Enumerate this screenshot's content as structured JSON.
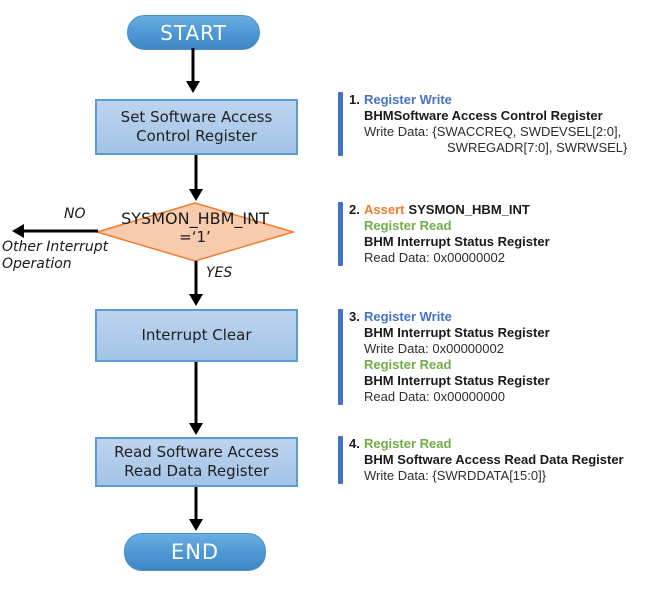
{
  "flowchart": {
    "start": "START",
    "end": "END",
    "box1_line1": "Set Software Access",
    "box1_line2": "Control Register",
    "decision_line1": "SYSMON_HBM_INT",
    "decision_line2": "=‘1’",
    "label_no": "NO",
    "label_yes": "YES",
    "no_branch_line1": "Other Interrupt",
    "no_branch_line2": "Operation",
    "box2_line1": "Interrupt Clear",
    "box3_line1": "Read Software Access",
    "box3_line2": "Read Data Register"
  },
  "annotations": [
    {
      "number": "1.",
      "heading": "Register Write",
      "register": "BHMSoftware Access Control Register",
      "data_line1": "Write Data: {SWACCREQ, SWDEVSEL[2:0],",
      "data_line2": "SWREGADR[7:0], SWRWSEL}"
    },
    {
      "number": "2.",
      "assert_label": "Assert",
      "assert_signal": "SYSMON_HBM_INT",
      "heading": "Register Read",
      "register": "BHM Interrupt Status Register",
      "data_line1": "Read Data: 0x00000002"
    },
    {
      "number": "3.",
      "heading1": "Register Write",
      "register1": "BHM Interrupt Status Register",
      "data1": "Write Data: 0x00000002",
      "heading2": "Register Read",
      "register2": "BHM Interrupt Status Register",
      "data2": "Read Data: 0x00000000"
    },
    {
      "number": "4.",
      "heading": "Register Read",
      "register": "BHM Software Access Read Data Register",
      "data_line1": "Write Data: {SWRDDATA[15:0]}"
    }
  ],
  "colors": {
    "terminator_top": "#6AAEE1",
    "terminator_bottom": "#3E86C6",
    "process_fill_top": "#BED4EF",
    "process_fill_bottom": "#A3C4E6",
    "process_border": "#5B9BD5",
    "decision_fill": "#F8CBAD",
    "decision_border": "#ED7D31",
    "annotation_bar": "#4472C4",
    "register_write_text": "#4472C4",
    "register_read_text": "#70AD47",
    "assert_text": "#ED7D31",
    "arrow": "#000000"
  }
}
